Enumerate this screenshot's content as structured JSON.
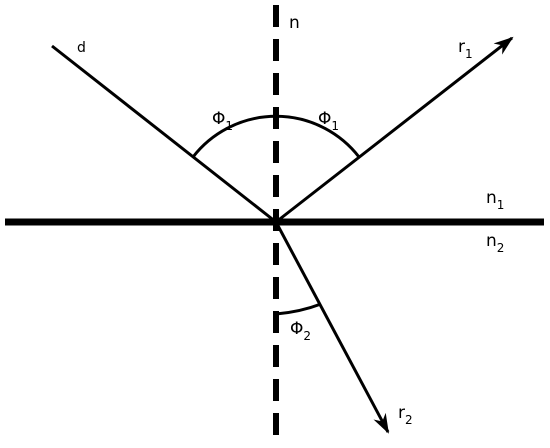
{
  "labels": {
    "d": "d",
    "n": "n",
    "r1": {
      "base": "r",
      "sub": "1"
    },
    "r2": {
      "base": "r",
      "sub": "2"
    },
    "n1": {
      "base": "n",
      "sub": "1"
    },
    "n2": {
      "base": "n",
      "sub": "2"
    },
    "phi1_left": {
      "base": "Φ",
      "sub": "1"
    },
    "phi1_right": {
      "base": "Φ",
      "sub": "1"
    },
    "phi2": {
      "base": "Φ",
      "sub": "2"
    }
  },
  "colors": {
    "stroke": "#000000",
    "background": "#ffffff"
  }
}
